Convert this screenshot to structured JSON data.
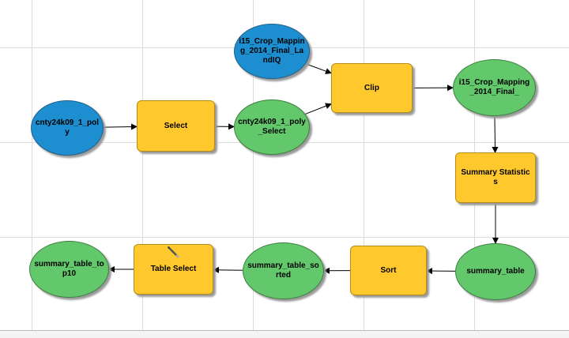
{
  "nodes": {
    "cnty_poly": {
      "label": "cnty24k09_1_poly",
      "kind": "input-data"
    },
    "select_tool": {
      "label": "Select",
      "kind": "tool"
    },
    "cnty_select": {
      "label": "cnty24k09_1_poly_Select",
      "kind": "derived-data"
    },
    "crop_input": {
      "label": "i15_Crop_Mapping_2014_Final_LandIQ",
      "kind": "input-data"
    },
    "clip_tool": {
      "label": "Clip",
      "kind": "tool"
    },
    "crop_final": {
      "label": "i15_Crop_Mapping_2014_Final_",
      "kind": "derived-data"
    },
    "summary_stats_tool": {
      "label": "Summary Statistics",
      "kind": "tool"
    },
    "summary_table": {
      "label": "summary_table",
      "kind": "derived-data"
    },
    "sort_tool": {
      "label": "Sort",
      "kind": "tool"
    },
    "summary_sorted": {
      "label": "summary_table_sorted",
      "kind": "derived-data"
    },
    "table_select_tool": {
      "label": "Table Select",
      "kind": "tool"
    },
    "summary_top10": {
      "label": "summary_table_top10",
      "kind": "derived-data"
    }
  },
  "edges": [
    {
      "from": "cnty_poly",
      "to": "select_tool"
    },
    {
      "from": "select_tool",
      "to": "cnty_select"
    },
    {
      "from": "cnty_select",
      "to": "clip_tool"
    },
    {
      "from": "crop_input",
      "to": "clip_tool"
    },
    {
      "from": "clip_tool",
      "to": "crop_final"
    },
    {
      "from": "crop_final",
      "to": "summary_stats_tool"
    },
    {
      "from": "summary_stats_tool",
      "to": "summary_table"
    },
    {
      "from": "summary_table",
      "to": "sort_tool"
    },
    {
      "from": "sort_tool",
      "to": "summary_sorted"
    },
    {
      "from": "summary_sorted",
      "to": "table_select_tool"
    },
    {
      "from": "table_select_tool",
      "to": "summary_top10"
    }
  ],
  "colors": {
    "input_data": "#1d8fd1",
    "derived_data": "#63c76c",
    "tool": "#ffc92e",
    "grid": "#dcdcdc",
    "connector": "#000000"
  },
  "icons": {
    "cursor": "pencil-cursor-icon"
  }
}
